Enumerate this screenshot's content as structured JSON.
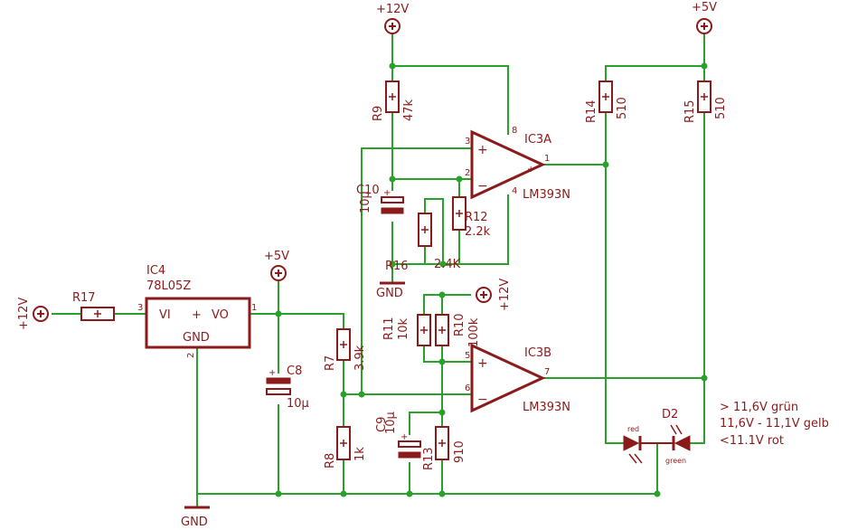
{
  "labels": {
    "pwr_12v_left": "+12V",
    "pwr_12v_top": "+12V",
    "pwr_5v_top": "+5V",
    "pwr_5v_mid": "+5V",
    "pwr_12v_ic3b": "+12V",
    "gnd_bottom": "GND",
    "gnd_mid": "GND",
    "r17": "R17",
    "ic4_name": "IC4",
    "ic4_value": "78L05Z",
    "ic4_vi": "VI",
    "ic4_vo": "VO",
    "ic4_gnd": "GND",
    "ic4_plus": "+",
    "ic4_pin1": "1",
    "ic4_pin2": "2",
    "ic4_pin3": "3",
    "c8": "C8",
    "c8_value": "10µ",
    "r7": "R7",
    "r7_value": "3.9k",
    "r8": "R8",
    "r8_value": "1k",
    "c9": "C9",
    "c9_value": "10µ",
    "r13": "R13",
    "r13_value": "910",
    "r11": "R11",
    "r11_value": "10k",
    "r10": "R10",
    "r10_value": "100k",
    "r9": "R9",
    "r9_value": "47k",
    "c10": "C10",
    "c10_value": "10µ",
    "r12": "R12",
    "r12_value": "2.2k",
    "r16": "R16",
    "r16_value": "2.4K",
    "ic3a_name": "IC3A",
    "ic3a_type": "LM393N",
    "ic3b_name": "IC3B",
    "ic3b_type": "LM393N",
    "ic3a_pin3": "3",
    "ic3a_pin2": "2",
    "ic3a_pin1": "1",
    "ic3a_pin8": "8",
    "ic3a_pin4": "4",
    "ic3b_pin5": "5",
    "ic3b_pin6": "6",
    "ic3b_pin7": "7",
    "r14": "R14",
    "r14_value": "510",
    "r15": "R15",
    "r15_value": "510",
    "d2": "D2",
    "d2_red": "red",
    "d2_green": "green",
    "legend_1": "> 11,6V grün",
    "legend_2": "11,6V - 11,1V gelb",
    "legend_3": "<11.1V rot"
  },
  "colors": {
    "wire": "#2aa12a",
    "part": "#8b1a1a",
    "background": "#ffffff"
  }
}
